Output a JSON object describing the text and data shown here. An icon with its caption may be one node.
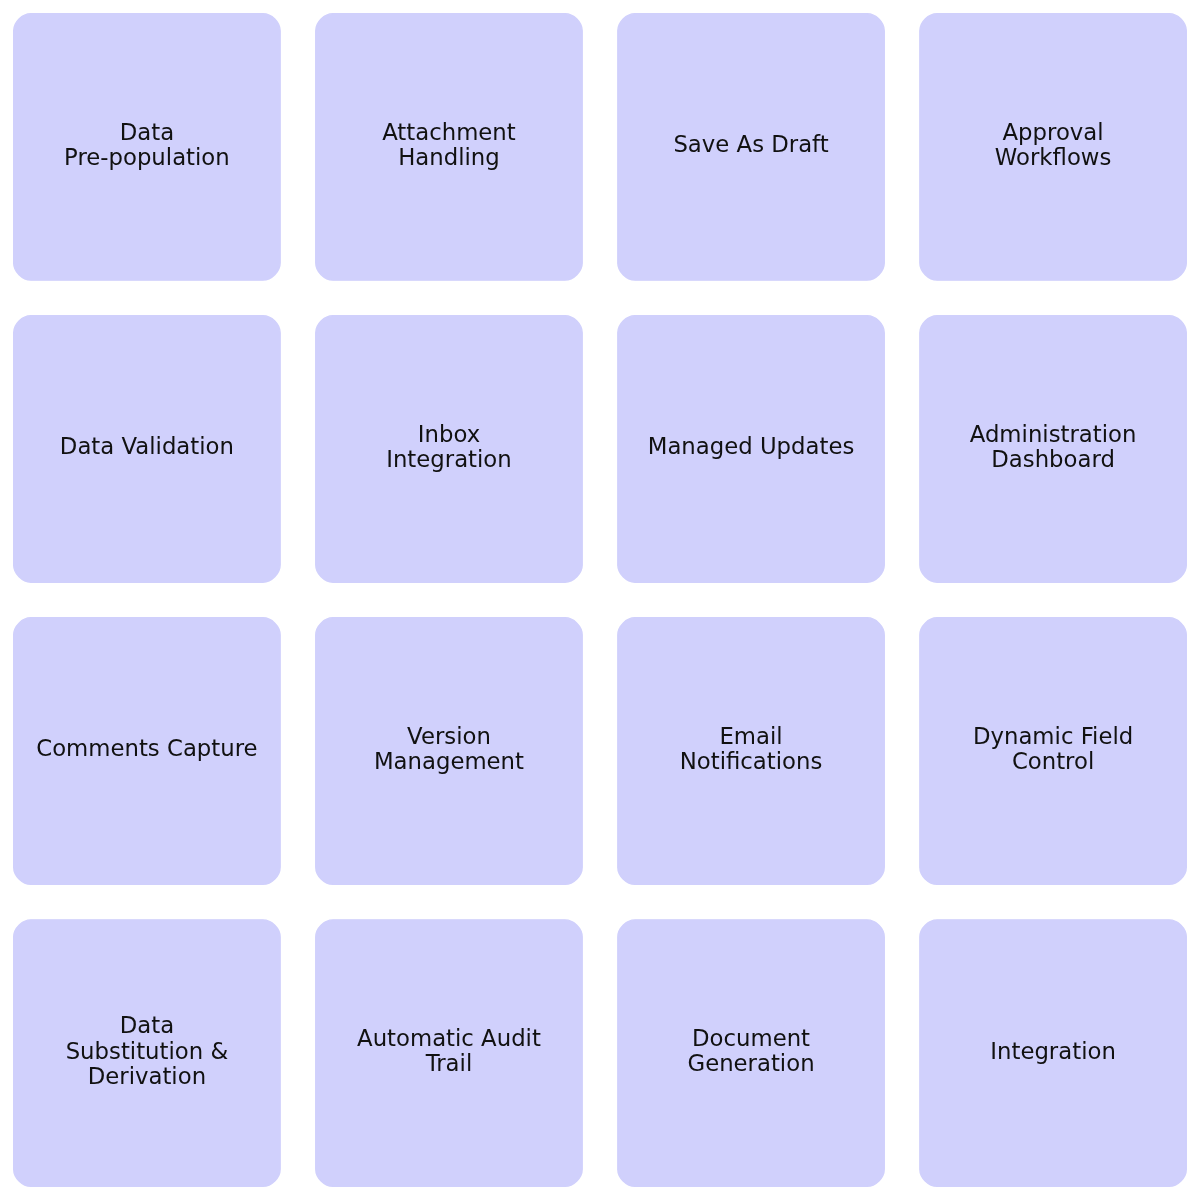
{
  "diagram": {
    "nodes": [
      {
        "text": [
          "Data Pre-population"
        ]
      },
      {
        "text": [
          "Attachment Handling"
        ]
      },
      {
        "text": [
          "Save As Draft"
        ]
      },
      {
        "text": [
          "Approval Workflows"
        ]
      },
      {
        "text": [
          "Data Validation"
        ]
      },
      {
        "text": [
          "Inbox Integration"
        ]
      },
      {
        "text": [
          "Managed Updates"
        ]
      },
      {
        "text": [
          "Administration Dashboard"
        ]
      },
      {
        "text": [
          "Comments Capture"
        ]
      },
      {
        "text": [
          "Version Management"
        ]
      },
      {
        "text": [
          "Email Notifications"
        ]
      },
      {
        "text": [
          "Dynamic Field Control"
        ]
      },
      {
        "text": [
          "Data Substitution & Derivation"
        ]
      },
      {
        "text": [
          "Automatic Audit Trail"
        ]
      },
      {
        "text": [
          "Document Generation"
        ]
      },
      {
        "text": [
          "Integration"
        ]
      }
    ]
  }
}
